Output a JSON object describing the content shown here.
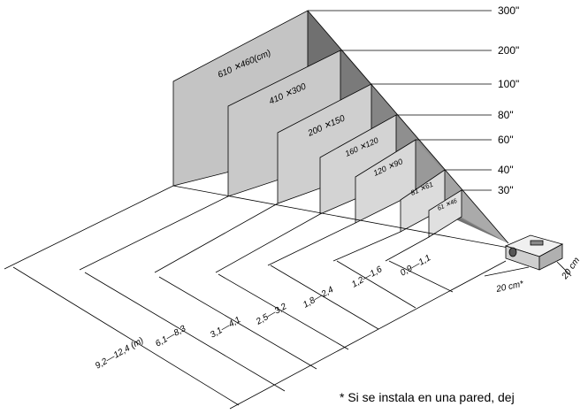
{
  "screen_sizes": [
    {
      "label": "300\"",
      "dims": "610 ✕460(cm)"
    },
    {
      "label": "200\"",
      "dims": "410 ✕300"
    },
    {
      "label": "100\"",
      "dims": "200 ✕150"
    },
    {
      "label": "80\"",
      "dims": "160 ✕120"
    },
    {
      "label": "60\"",
      "dims": "120 ✕90"
    },
    {
      "label": "40\"",
      "dims": "81 ✕61"
    },
    {
      "label": "30\"",
      "dims": "61 ✕46"
    }
  ],
  "distances": [
    "0,9—1,1",
    "1,2—1,6",
    "1,8—2,4",
    "2,5—3,2",
    "3,1—4,1",
    "6,1—8,3",
    "9,2—12,4 (m)"
  ],
  "projector_clearance": {
    "front": "20 cm*",
    "side": "20 cm"
  },
  "note": "* Si se instala en una pared, dej",
  "colors": {
    "screen_front": "#c8c8c8",
    "screen_side": "#6e6e6e",
    "line": "#000000"
  }
}
